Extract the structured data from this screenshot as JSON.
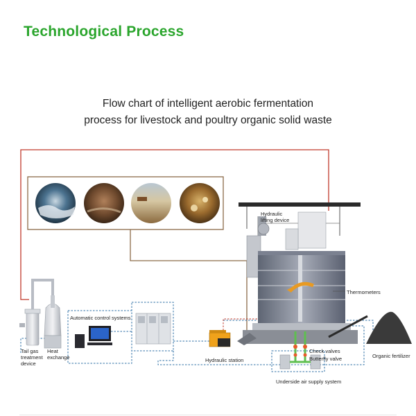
{
  "header": {
    "title": "Technological Process"
  },
  "subtitle": {
    "line1": "Flow chart of intelligent aerobic fermentation",
    "line2": "process for livestock and poultry organic solid waste"
  },
  "labels": {
    "hydraulic_lifting_1": "Hydraulic",
    "hydraulic_lifting_2": "lifting device",
    "automatic_control": "Automatic control systems",
    "thermometers": "Thermometers",
    "check_valves": "Check valves",
    "butterfly_valve": "Butterfly valve",
    "organic_fertilizer": "Organic fertilizer",
    "hydraulic_station": "Hydraulic station",
    "underside_air": "Underside air supply system",
    "tail_gas_1": "Tail gas",
    "tail_gas_2": "treatment",
    "tail_gas_3": "device",
    "heat_exchange_1": "Heat",
    "heat_exchange_2": "exchange"
  },
  "colors": {
    "brand_green": "#2aa52c",
    "duct_red": "#c0392b",
    "dashed_blue": "#2d6fa6",
    "frame_brown": "#8b6a48",
    "machine_grey": "#8a8e96"
  },
  "icons": [
    "photo-seawater",
    "photo-manure",
    "photo-field",
    "photo-straw",
    "computer-icon",
    "cabinet-icon",
    "hydraulic-station-icon",
    "fertilizer-pile-icon"
  ]
}
